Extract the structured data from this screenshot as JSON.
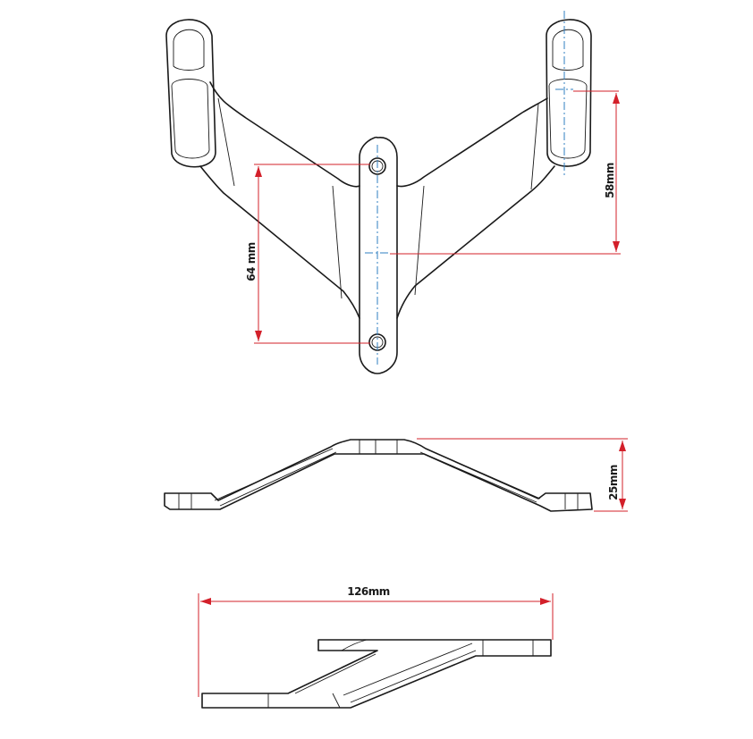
{
  "dimensions": {
    "bolt_spacing": "64 mm",
    "mount_offset": "58mm",
    "height": "25mm",
    "width": "126mm"
  },
  "colors": {
    "outline": "#1a1a1a",
    "centerline": "#2f7fc1",
    "dimension": "#d3202a"
  }
}
